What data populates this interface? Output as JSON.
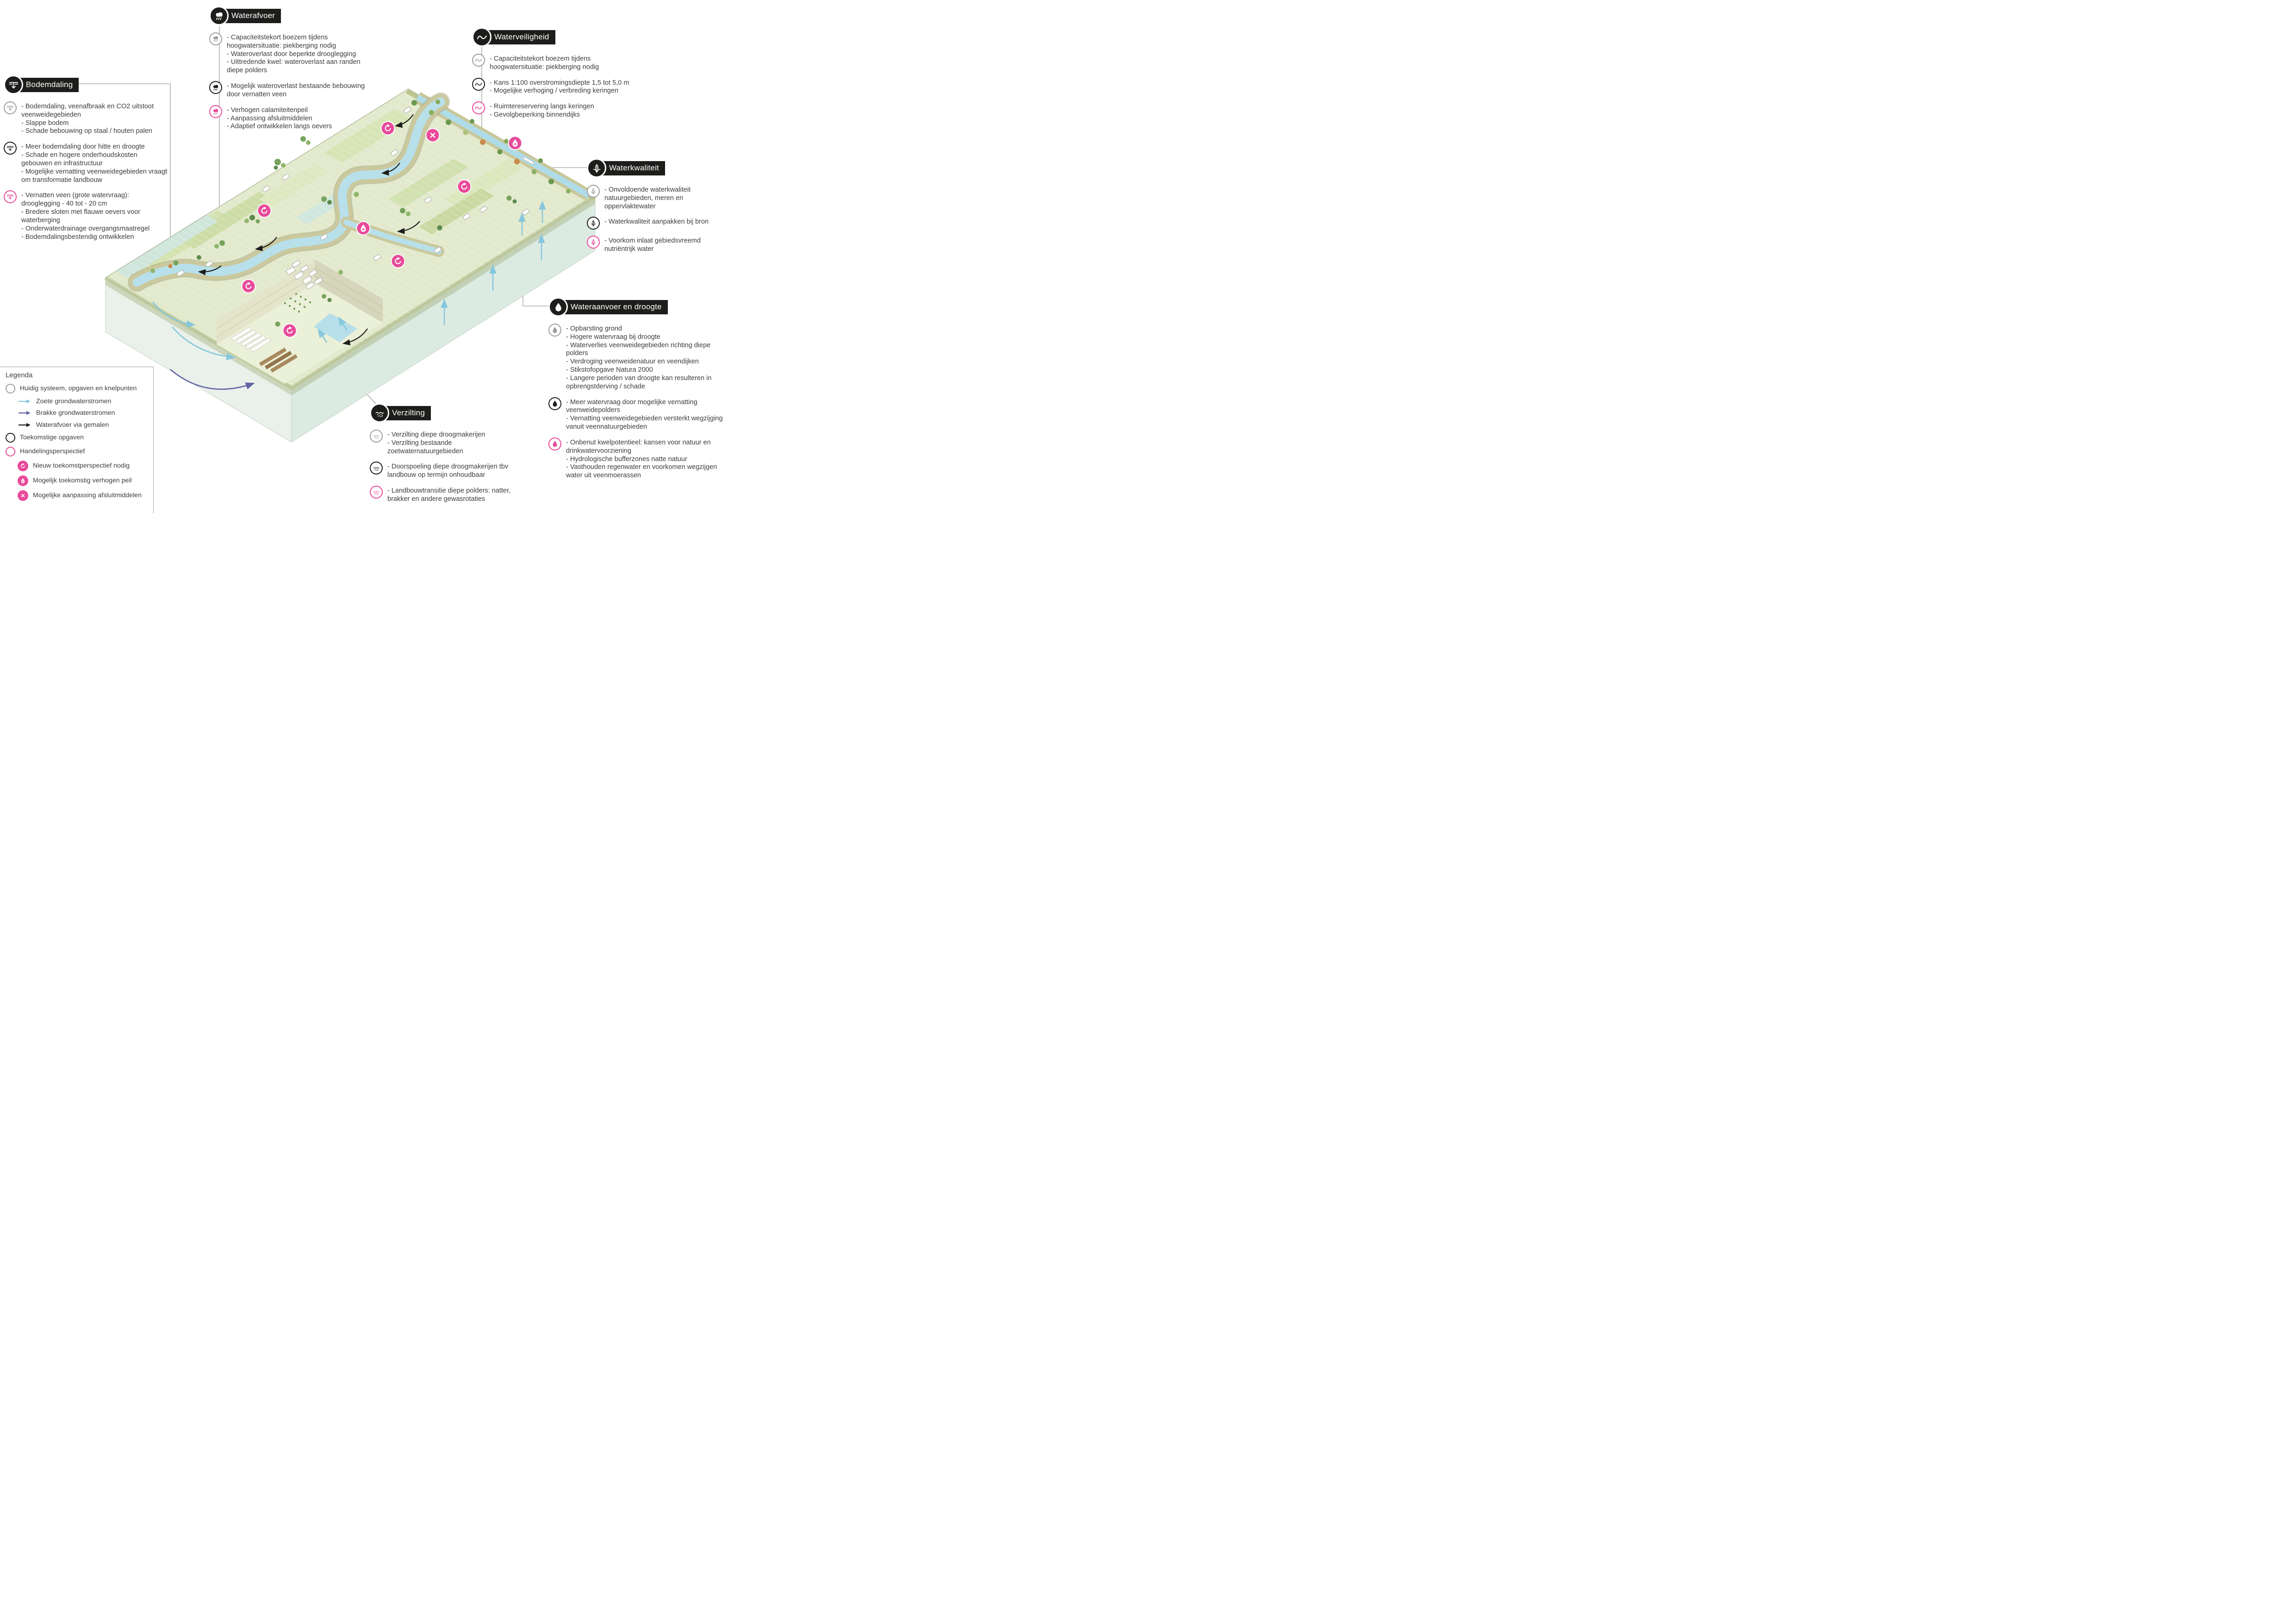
{
  "colors": {
    "pink": "#e84b9a",
    "gray": "#9d9d9c",
    "black": "#1d1d1b",
    "fresh": "#85c7dd",
    "brackish": "#5f63a5"
  },
  "themes": [
    {
      "id": "bodemdaling",
      "title": "Bodemdaling",
      "icon": "subsidence-icon",
      "entries": [
        {
          "category": "huidig-systeem",
          "text": "- Bodemdaling, veenafbraak en CO2 uitstoot veenweidegebieden\n- Slappe bodem\n- Schade bebouwing op staal / houten palen"
        },
        {
          "category": "toekomstige-opgave",
          "text": "- Meer bodemdaling door hitte en droogte\n- Schade en hogere onderhoudskosten gebouwen en infrastructuur\n- Mogelijke vernatting veenweidegebieden vraagt om transformatie landbouw"
        },
        {
          "category": "handelingsperspectief",
          "text": "- Vernatten veen (grote watervraag): drooglegging - 40 tot - 20 cm\n- Bredere sloten met flauwe oevers voor waterberging\n- Onderwaterdrainage overgangsmaatregel\n- Bodemdalingsbestendig ontwikkelen"
        }
      ]
    },
    {
      "id": "waterafvoer",
      "title": "Waterafvoer",
      "icon": "rain-cloud-icon",
      "entries": [
        {
          "category": "huidig-systeem",
          "text": "- Capaciteitstekort boezem tijdens hoogwatersituatie: piekberging nodig\n- Wateroverlast door beperkte drooglegging\n- Uittredende kwel: wateroverlast aan randen diepe polders"
        },
        {
          "category": "toekomstige-opgave",
          "text": "- Mogelijk wateroverlast bestaande bebouwing door vernatten veen"
        },
        {
          "category": "handelingsperspectief",
          "text": "- Verhogen calamiteitenpeil\n- Aanpassing afsluitmiddelen\n- Adaptief ontwikkelen langs oevers"
        }
      ]
    },
    {
      "id": "waterveiligheid",
      "title": "Waterveiligheid",
      "icon": "wave-icon",
      "entries": [
        {
          "category": "huidig-systeem",
          "text": "- Capaciteitstekort boezem tijdens hoogwatersituatie: piekberging nodig"
        },
        {
          "category": "toekomstige-opgave",
          "text": "- Kans 1:100 overstromingsdiepte 1,5 tot 5,0 m\n- Mogelijke verhoging / verbreding keringen"
        },
        {
          "category": "handelingsperspectief",
          "text": "- Ruimtereservering langs keringen\n- Gevolgbeperking binnendijks"
        }
      ]
    },
    {
      "id": "waterkwaliteit",
      "title": "Waterkwaliteit",
      "icon": "reeds-icon",
      "entries": [
        {
          "category": "huidig-systeem",
          "text": "- Onvoldoende waterkwaliteit natuurgebieden, meren en oppervlaktewater"
        },
        {
          "category": "toekomstige-opgave",
          "text": "- Waterkwaliteit aanpakken bij bron"
        },
        {
          "category": "handelingsperspectief",
          "text": "- Voorkom inlaat gebiedsvreemd nutriëntrijk water"
        }
      ]
    },
    {
      "id": "wateraanvoer",
      "title": "Wateraanvoer en droogte",
      "icon": "water-drop-icon",
      "entries": [
        {
          "category": "huidig-systeem",
          "text": "- Opbarsting grond\n- Hogere watervraag bij droogte\n- Waterverlies veenweidegebieden richting diepe polders\n- Verdroging veenweidenatuur en veendijken\n- Stikstofopgave Natura 2000\n- Langere perioden van droogte kan resulteren in opbrengstderving / schade"
        },
        {
          "category": "toekomstige-opgave",
          "text": "- Meer watervraag door mogelijke vernatting veenweidepolders\n- Vernatting veenweidegebieden versterkt wegzijging vanuit veennatuurgebieden"
        },
        {
          "category": "handelingsperspectief",
          "text": "- Onbenut kwelpotentieel: kansen voor natuur en drinkwatervoorziening\n- Hydrologische bufferzones natte natuur\n- Vasthouden regenwater en voorkomen wegzijgen water uit veenmoerassen"
        }
      ]
    },
    {
      "id": "verzilting",
      "title": "Verzilting",
      "icon": "salt-icon",
      "entries": [
        {
          "category": "huidig-systeem",
          "text": "- Verzilting diepe droogmakerijen\n- Verzilting bestaande zoetwaternatuurgebieden"
        },
        {
          "category": "toekomstige-opgave",
          "text": "- Doorspoeling diepe droogmakerijen tbv landbouw op termijn onhoudbaar"
        },
        {
          "category": "handelingsperspectief",
          "text": "- Landbouwtransitie diepe polders: natter, brakker en andere gewasrotaties"
        }
      ]
    }
  ],
  "legend": {
    "title": "Legenda",
    "items": [
      {
        "icon": "gray-circle-icon",
        "label": "Huidig systeem, opgaven en knelpunten"
      },
      {
        "icon": "fresh-arrow-icon",
        "label": "Zoete grondwaterstromen"
      },
      {
        "icon": "brackish-arrow-icon",
        "label": "Brakke grondwaterstromen"
      },
      {
        "icon": "black-arrow-icon",
        "label": "Waterafvoer via gemalen"
      },
      {
        "icon": "black-circle-icon",
        "label": "Toekomstige opgaven"
      },
      {
        "icon": "pink-circle-icon",
        "label": "Handelingsperspectief"
      },
      {
        "icon": "refresh-icon",
        "label": "Nieuw toekomstperspectief nodig"
      },
      {
        "icon": "drop-plus-icon",
        "label": "Mogelijk toekomstig verhogen peil"
      },
      {
        "icon": "x-icon",
        "label": "Mogelijke aanpassing afsluitmiddelen"
      }
    ]
  }
}
